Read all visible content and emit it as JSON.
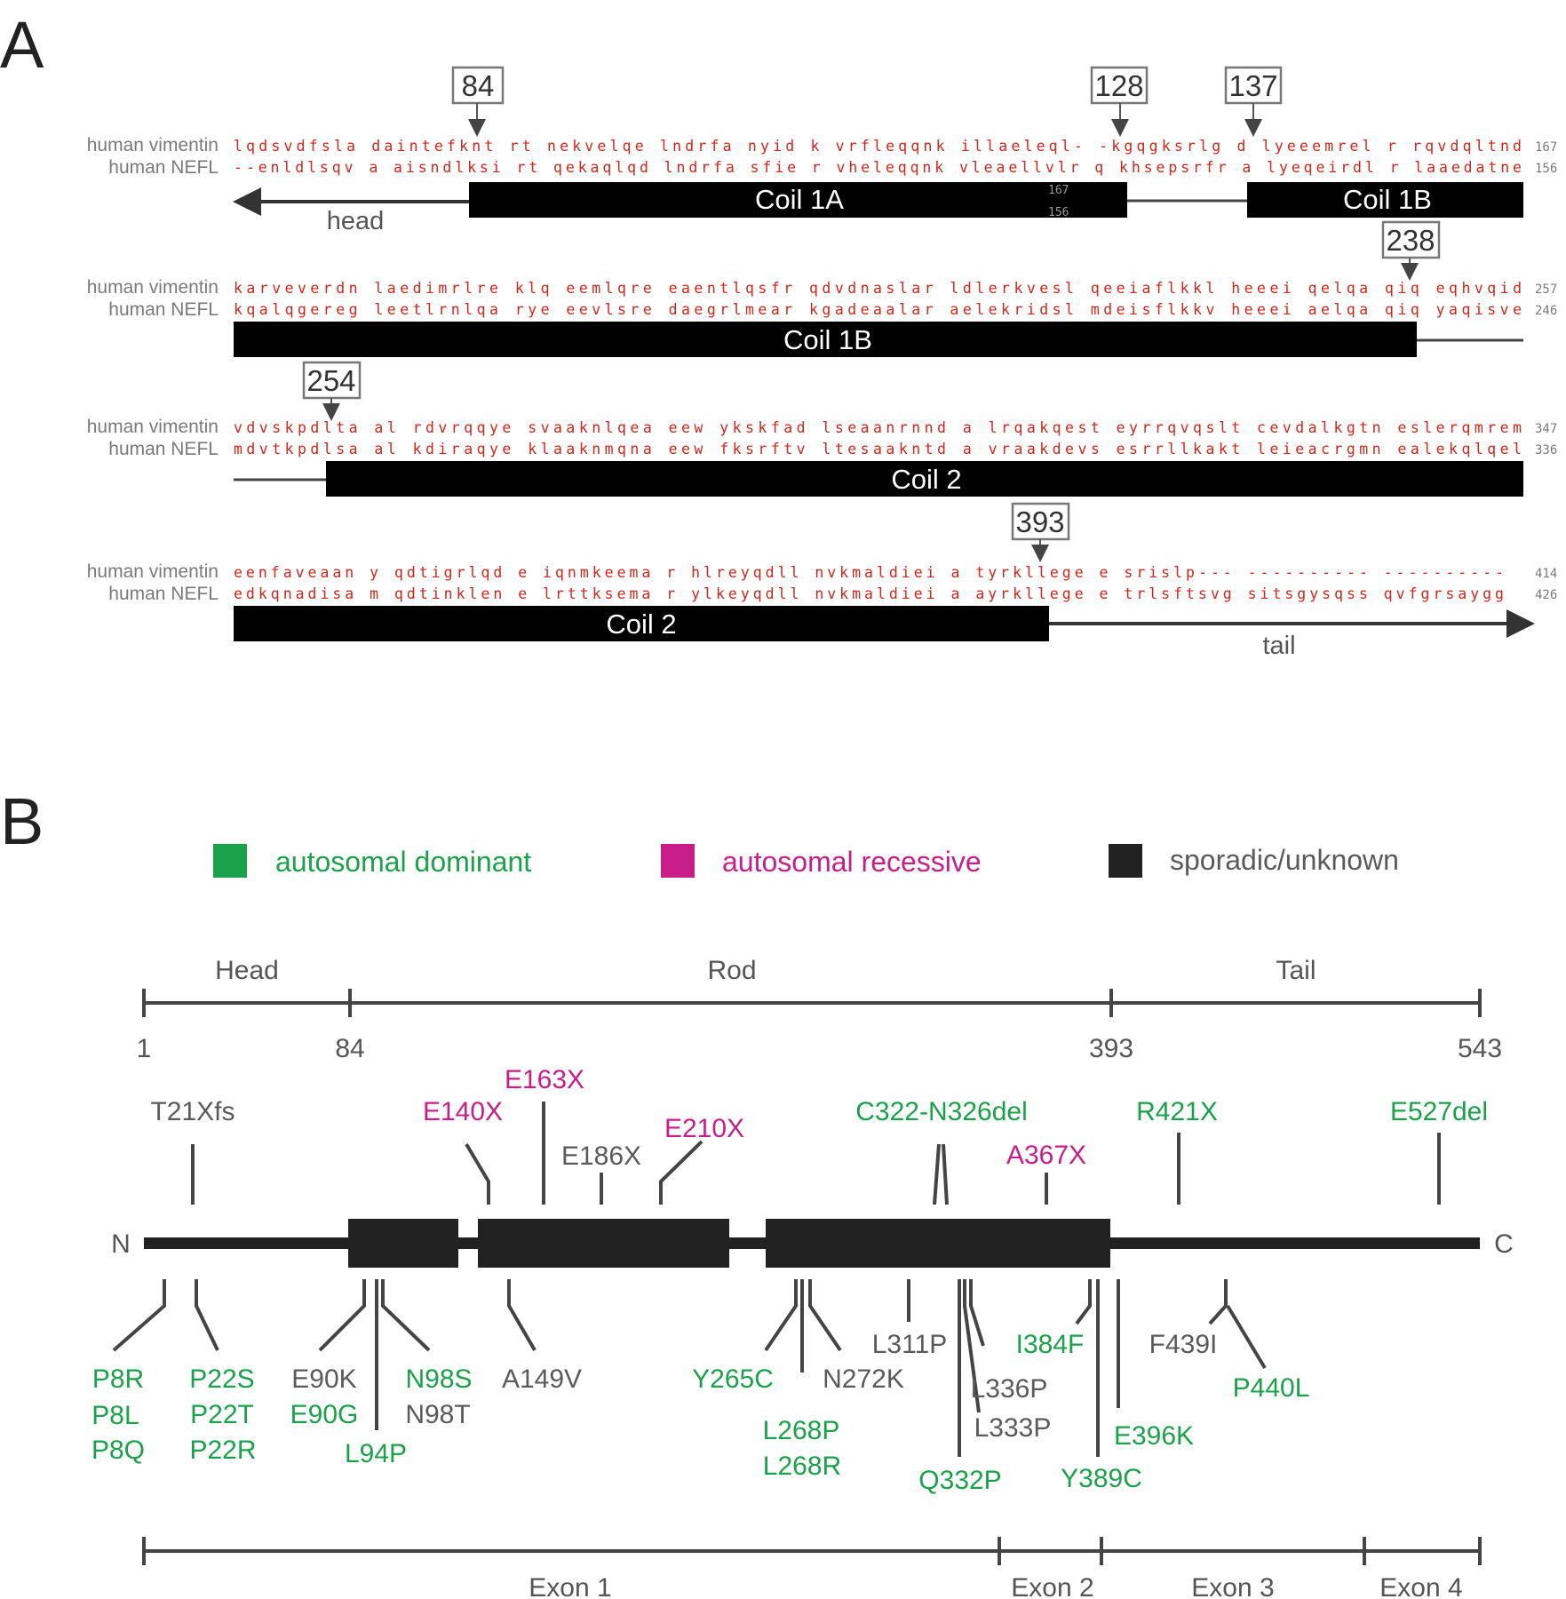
{
  "panel_a": {
    "letter": "A",
    "seq_names": {
      "vimentin": "human vimentin",
      "nefl": "human NEFL"
    },
    "rows": [
      {
        "vim": "lqdsvdfsla daintefknt rt nekvelqe lndrfa nyid k vrfleqqnk illaeleql- -kgqgksrlg d lyeeemrel r rqvdqltnd",
        "nefl": "--enldlsqv a aisndlksi rt qekaqlqd lndrfa sfie r vheleqqnk vleaellvlr q khsepsrfr a lyeqeirdl r laaedatne",
        "vim_end": "167",
        "nefl_end": "156"
      },
      {
        "vim": "karveverdn laedimrlre klq eemlqre eaentlqsfr qdvdnaslar ldlerkvesl qeeiaflkkl heeei qelqa qiq eqhvqid",
        "nefl": "kqalqgereg leetlrnlqa rye eevlsre daegrlmear kgadeaalar aelekridsl mdeisflkkv heeei aelqa qiq yaqisve",
        "vim_end": "257",
        "nefl_end": "246"
      },
      {
        "vim": "vdvskpdlta al rdvrqqye svaaknlqea eew ykskfad lseaanrnnd a lrqakqest eyrrqvqslt cevdalkgtn eslerqmrem",
        "nefl": "mdvtkpdlsa al kdiraqye klaaknmqna eew fksrftv ltesaakntd a vraakdevs esrrllkakt leieacrgmn ealekqlqel",
        "vim_end": "347",
        "nefl_end": "336"
      },
      {
        "vim": "eenfaveaan y qdtigrlqd e iqnmkeema r hlreyqdll nvkmaldiei a tyrkllege e srislp--- ---------- ----------",
        "nefl": "edkqnadisa m qdtinklen e lrttksema r ylkeyqdll nvkmaldiei a ayrkllege e trlsftsvg sitsgysqss qvfgrsaygg",
        "vim_end": "414",
        "nefl_end": "426"
      }
    ],
    "markers": [
      "84",
      "128",
      "137",
      "238",
      "254",
      "393"
    ],
    "coils": {
      "coil1a": "Coil 1A",
      "coil1b": "Coil 1B",
      "coil2": "Coil 2"
    },
    "head_label": "head",
    "tail_label": "tail",
    "ghost_numbers": [
      "167",
      "156"
    ]
  },
  "panel_b": {
    "letter": "B",
    "legend": [
      {
        "label": "autosomal dominant",
        "color": "#1aa14a"
      },
      {
        "label": "autosomal recessive",
        "color": "#c81e8a"
      },
      {
        "label": "sporadic/unknown",
        "color": "#222222"
      }
    ],
    "domains": {
      "head": "Head",
      "rod": "Rod",
      "tail": "Tail"
    },
    "positions": [
      "1",
      "84",
      "393",
      "543"
    ],
    "termini": {
      "n": "N",
      "c": "C"
    },
    "mutations_top": [
      {
        "label": "T21Xfs",
        "class": "sporadic"
      },
      {
        "label": "E140X",
        "class": "recessive"
      },
      {
        "label": "E163X",
        "class": "recessive"
      },
      {
        "label": "E186X",
        "class": "sporadic"
      },
      {
        "label": "E210X",
        "class": "recessive"
      },
      {
        "label": "C322-N326del",
        "class": "dominant"
      },
      {
        "label": "A367X",
        "class": "recessive"
      },
      {
        "label": "R421X",
        "class": "dominant"
      },
      {
        "label": "E527del",
        "class": "dominant"
      }
    ],
    "mutations_bottom": [
      {
        "label": "P8R",
        "class": "dominant"
      },
      {
        "label": "P8L",
        "class": "dominant"
      },
      {
        "label": "P8Q",
        "class": "dominant"
      },
      {
        "label": "P22S",
        "class": "dominant"
      },
      {
        "label": "P22T",
        "class": "dominant"
      },
      {
        "label": "P22R",
        "class": "dominant"
      },
      {
        "label": "E90K",
        "class": "sporadic"
      },
      {
        "label": "E90G",
        "class": "dominant"
      },
      {
        "label": "L94P",
        "class": "dominant"
      },
      {
        "label": "N98S",
        "class": "dominant"
      },
      {
        "label": "N98T",
        "class": "sporadic"
      },
      {
        "label": "A149V",
        "class": "sporadic"
      },
      {
        "label": "Y265C",
        "class": "dominant"
      },
      {
        "label": "L268P",
        "class": "dominant"
      },
      {
        "label": "L268R",
        "class": "dominant"
      },
      {
        "label": "N272K",
        "class": "sporadic"
      },
      {
        "label": "L311P",
        "class": "sporadic"
      },
      {
        "label": "Q332P",
        "class": "dominant"
      },
      {
        "label": "L333P",
        "class": "sporadic"
      },
      {
        "label": "L336P",
        "class": "sporadic"
      },
      {
        "label": "I384F",
        "class": "dominant"
      },
      {
        "label": "Y389C",
        "class": "dominant"
      },
      {
        "label": "E396K",
        "class": "dominant"
      },
      {
        "label": "F439I",
        "class": "sporadic"
      },
      {
        "label": "P440L",
        "class": "dominant"
      }
    ],
    "exons": [
      "Exon 1",
      "Exon 2",
      "Exon 3",
      "Exon 4"
    ]
  }
}
